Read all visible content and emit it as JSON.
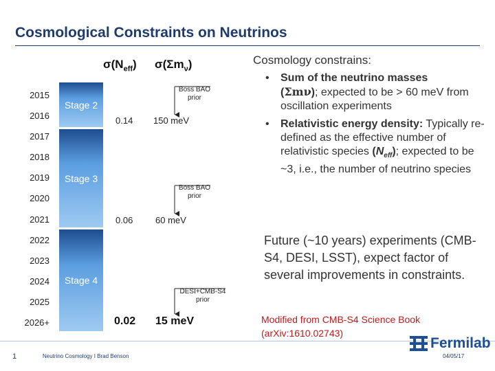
{
  "header": {
    "title": "Cosmological Constraints on Neutrinos"
  },
  "columns": {
    "neff_prefix": "σ(N",
    "neff_sub": "eff",
    "neff_suffix": ")",
    "mnu_label": "σ(Σm",
    "mnu_sub": "ν",
    "mnu_suffix": ")"
  },
  "years": [
    "2015",
    "2016",
    "2017",
    "2018",
    "2019",
    "2020",
    "2021",
    "2022",
    "2023",
    "2024",
    "2025",
    "2026+"
  ],
  "stages": [
    {
      "label": "Stage 2"
    },
    {
      "label": "Stage 3"
    },
    {
      "label": "Stage 4"
    }
  ],
  "constraints": [
    {
      "neff": "0.14",
      "mnu": "150 meV",
      "prior_line1": "Boss BAO",
      "prior_line2": "prior"
    },
    {
      "neff": "0.06",
      "mnu": "60 meV",
      "prior_line1": "Boss BAO",
      "prior_line2": "prior"
    },
    {
      "neff": "0.02",
      "mnu": "15 meV",
      "prior_line1": "DESI+CMB-S4",
      "prior_line2": "prior"
    }
  ],
  "side": {
    "intro": "Cosmology constrains:",
    "bullet1_bold": "Sum of the neutrino masses",
    "bullet1_paren_open": "(",
    "bullet1_symbol": "Σmν",
    "bullet1_paren_close": ")",
    "bullet1_text": "; expected to be > 60 meV from oscillation experiments",
    "bullet2_bold": "Relativistic energy density:",
    "bullet2_text": " Typically re-defined as the effective number of relativistic species ",
    "bullet2_sym_open": "(",
    "bullet2_sym": "N",
    "bullet2_sym_sub": "eff",
    "bullet2_sym_close": ")",
    "bullet2_text2": "; expected to be ~3, i.e., the number of neutrino species",
    "bullet_glyph": "•"
  },
  "future": "Future (~10 years) experiments (CMB-S4, DESI, LSST), expect factor of several improvements in constraints.",
  "credit": {
    "line1": "Modified from CMB-S4 Science Book",
    "line2": "(arXiv:1610.02743)"
  },
  "footer": {
    "page": "1",
    "text": "Neutrino Cosmology I Brad Benson",
    "date": "04/05/17",
    "logo_text": "Fermilab",
    "logo_icon": "fermilab-logo-icon",
    "logo_color": "#1c4f95"
  }
}
